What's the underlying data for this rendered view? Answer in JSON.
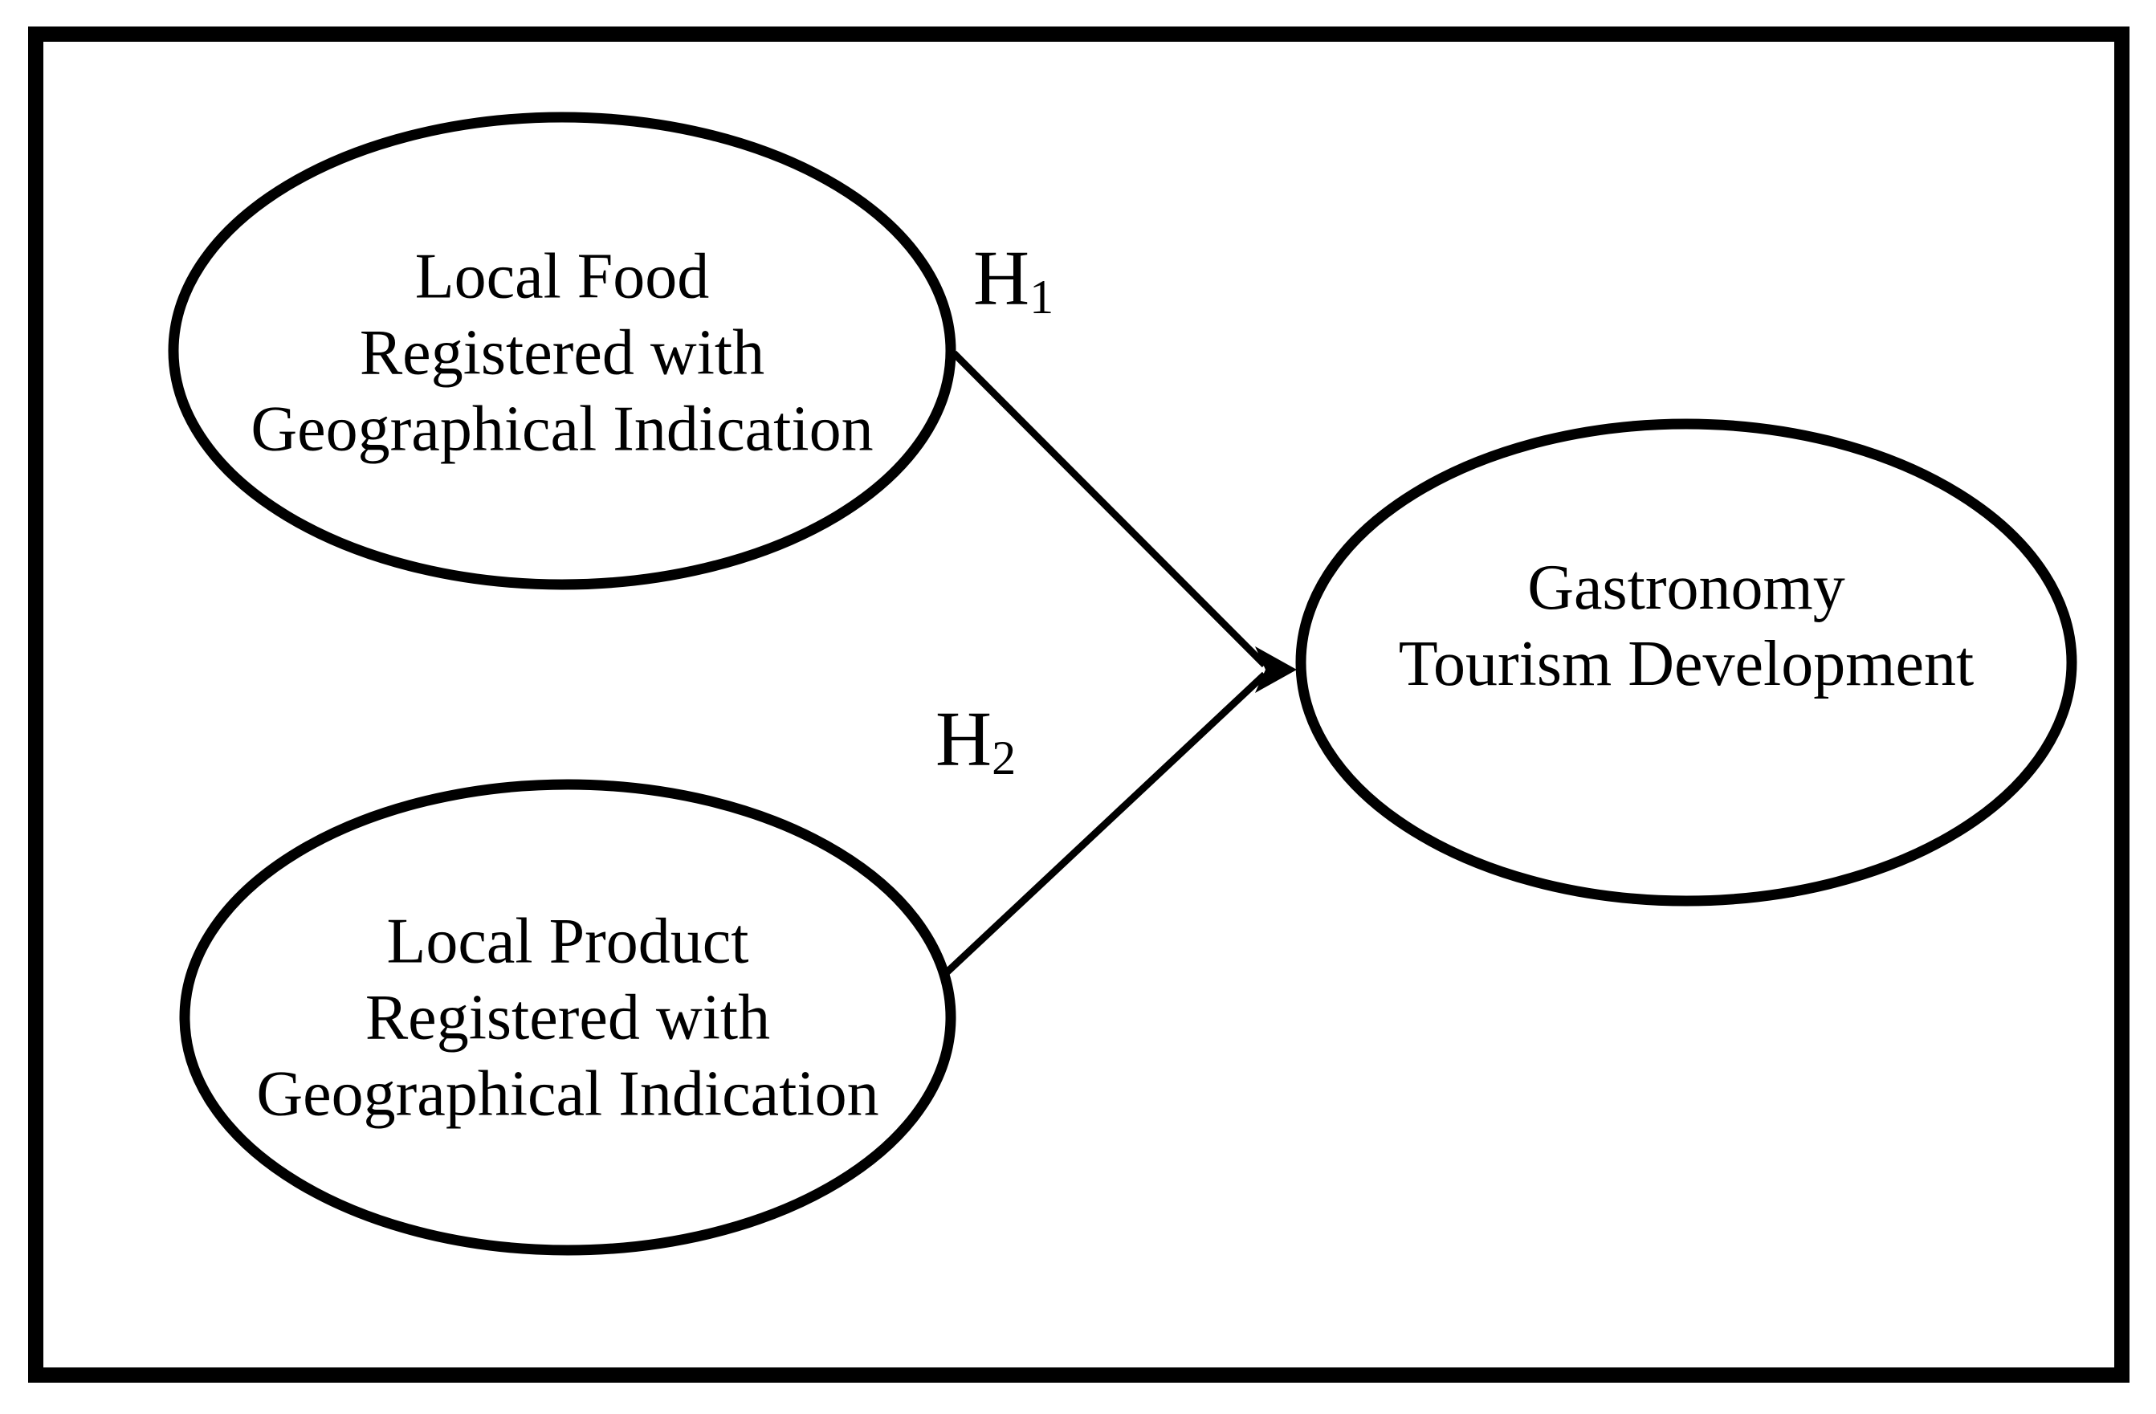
{
  "diagram": {
    "background": "#ffffff",
    "ink_color": "#000000",
    "nodes": [
      {
        "id": "local-food",
        "lines": [
          "Local Food",
          "Registered with",
          "Geographical Indication"
        ]
      },
      {
        "id": "local-product",
        "lines": [
          "Local Product",
          "Registered with",
          "Geographical Indication"
        ]
      },
      {
        "id": "gastronomy-tourism",
        "lines": [
          "Gastronomy",
          "Tourism Development"
        ]
      }
    ],
    "hypotheses": [
      {
        "id": "h1",
        "base": "H",
        "sub": "1"
      },
      {
        "id": "h2",
        "base": "H",
        "sub": "2"
      }
    ]
  }
}
